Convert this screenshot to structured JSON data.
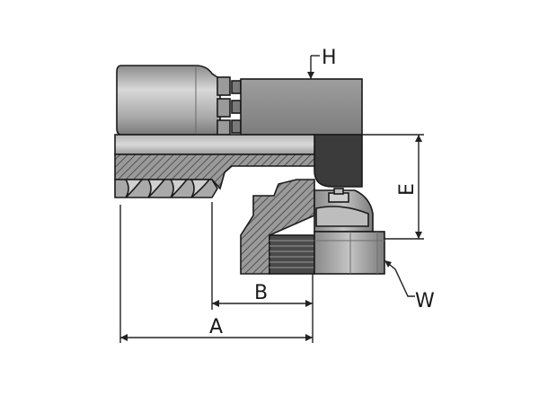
{
  "labels": {
    "h": "H",
    "e": "E",
    "b": "B",
    "a": "A",
    "w": "W"
  },
  "colors": {
    "metal_light": "#c9c9c9",
    "metal_mid": "#9a9a9a",
    "metal_dark": "#555555",
    "bore_dark": "#3a3a3a",
    "line": "#1a1a1a"
  }
}
